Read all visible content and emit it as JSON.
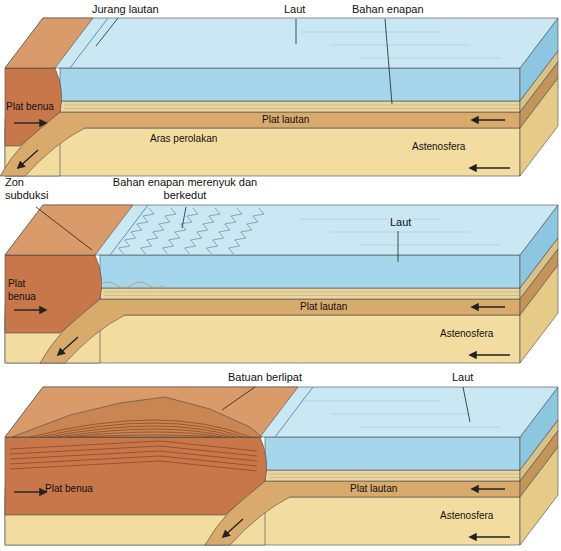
{
  "diagram": {
    "labels": [
      "Jurang lautan",
      "Laut",
      "Bahan enapan",
      "Plat benua",
      "Plat lautan",
      "Aras perolakan",
      "Astenosfera",
      "Zon subduksi",
      "Bahan enapan merenyuk dan berkedut",
      "Laut",
      "Plat benua",
      "Plat lautan",
      "Astenosfera",
      "Batuan berlipat",
      "Laut",
      "Plat benua",
      "Plat lautan",
      "Astenosfera"
    ]
  }
}
